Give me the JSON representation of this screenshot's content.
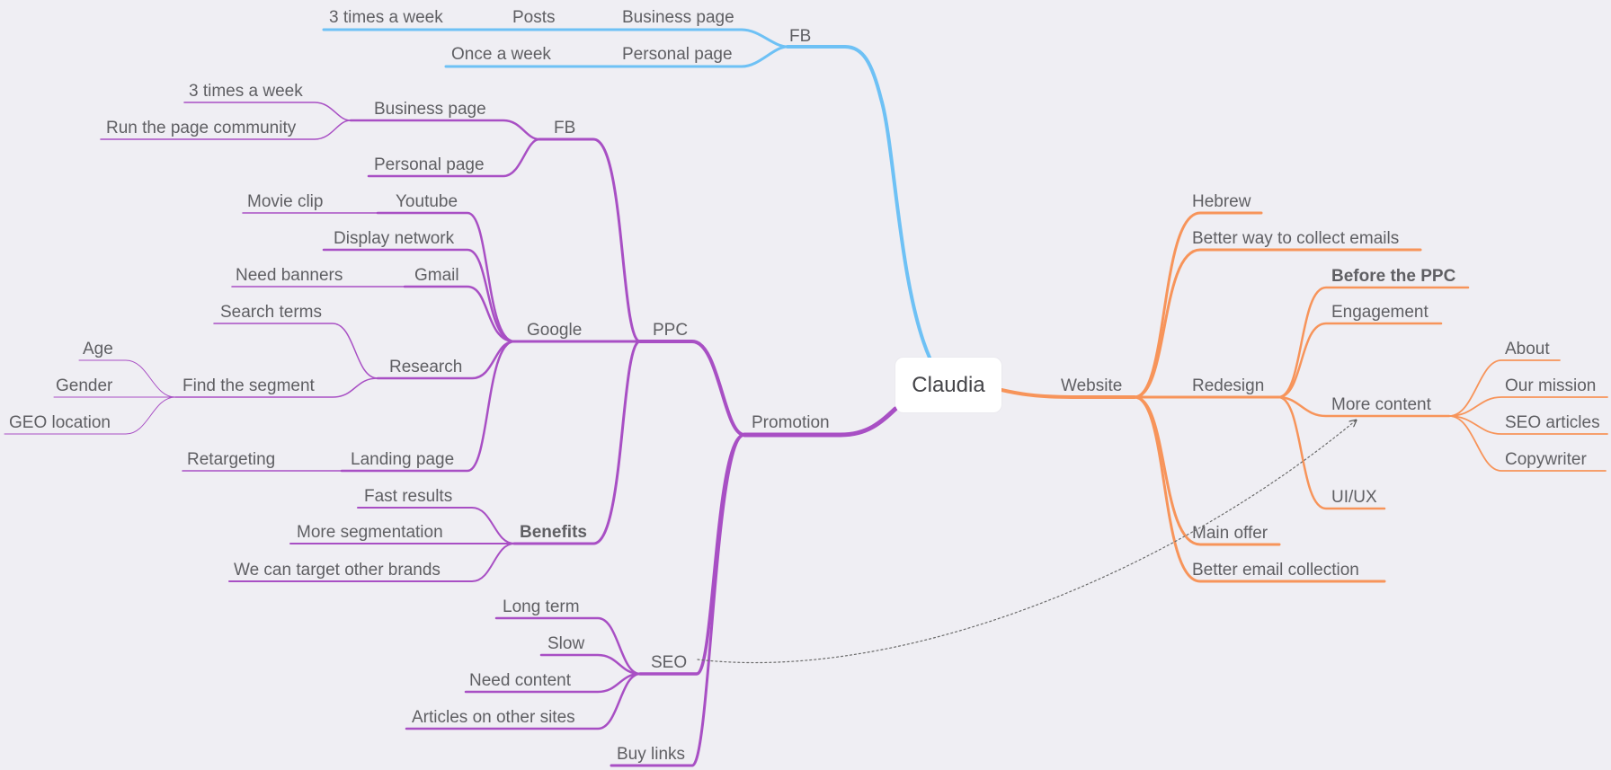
{
  "root": {
    "label": "Claudia"
  },
  "colors": {
    "fb": "#6ec1f5",
    "promotion": "#a84fc4",
    "website": "#f7945a",
    "text": "#5f5f63"
  },
  "topics": {
    "fb_top": "FB",
    "fb_top_business": "Business page",
    "fb_top_posts": "Posts",
    "fb_top_posts_freq": "3 times a week",
    "fb_top_personal": "Personal page",
    "fb_top_personal_freq": "Once a week",
    "promotion": "Promotion",
    "ppc": "PPC",
    "ppc_fb": "FB",
    "ppc_fb_business": "Business page",
    "ppc_fb_business_freq": "3 times a week",
    "ppc_fb_business_community": "Run the page community",
    "ppc_fb_personal": "Personal page",
    "google": "Google",
    "youtube": "Youtube",
    "movie_clip": "Movie clip",
    "display_network": "Display network",
    "gmail": "Gmail",
    "need_banners": "Need banners",
    "research": "Research",
    "search_terms": "Search terms",
    "find_segment": "Find the segment",
    "age": "Age",
    "gender": "Gender",
    "geo_location": "GEO location",
    "landing_page": "Landing page",
    "retargeting": "Retargeting",
    "benefits": "Benefits",
    "fast_results": "Fast results",
    "more_segmentation": "More segmentation",
    "target_brands": "We can target other brands",
    "seo": "SEO",
    "long_term": "Long term",
    "slow": "Slow",
    "need_content": "Need content",
    "articles_other_sites": "Articles on other sites",
    "buy_links": "Buy links",
    "website": "Website",
    "hebrew": "Hebrew",
    "collect_emails": "Better way to collect emails",
    "redesign": "Redesign",
    "before_ppc": "Before the PPC",
    "engagement": "Engagement",
    "more_content": "More content",
    "about": "About",
    "our_mission": "Our mission",
    "seo_articles": "SEO articles",
    "copywriter": "Copywriter",
    "ui_ux": "UI/UX",
    "main_offer": "Main offer",
    "email_collection": "Better email collection"
  }
}
